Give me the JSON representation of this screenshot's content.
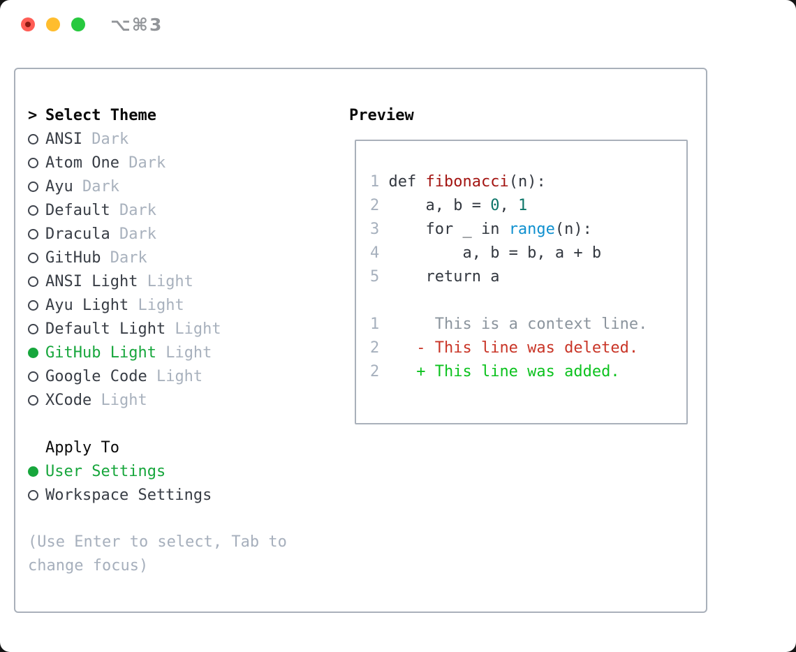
{
  "window": {
    "title": "⌥⌘3",
    "traffic_lights": {
      "close": "close",
      "minimize": "minimize",
      "zoom": "zoom"
    }
  },
  "theme_picker": {
    "prompt": ">",
    "header": "Select Theme",
    "themes": [
      {
        "name": "ANSI",
        "variant": "Dark",
        "selected": false
      },
      {
        "name": "Atom One",
        "variant": "Dark",
        "selected": false
      },
      {
        "name": "Ayu",
        "variant": "Dark",
        "selected": false
      },
      {
        "name": "Default",
        "variant": "Dark",
        "selected": false
      },
      {
        "name": "Dracula",
        "variant": "Dark",
        "selected": false
      },
      {
        "name": "GitHub",
        "variant": "Dark",
        "selected": false
      },
      {
        "name": "ANSI Light",
        "variant": "Light",
        "selected": false
      },
      {
        "name": "Ayu Light",
        "variant": "Light",
        "selected": false
      },
      {
        "name": "Default Light",
        "variant": "Light",
        "selected": false
      },
      {
        "name": "GitHub Light",
        "variant": "Light",
        "selected": true
      },
      {
        "name": "Google Code",
        "variant": "Light",
        "selected": false
      },
      {
        "name": "XCode",
        "variant": "Light",
        "selected": false
      }
    ],
    "apply_to": {
      "header": "Apply To",
      "options": [
        {
          "label": "User Settings",
          "selected": true
        },
        {
          "label": "Workspace Settings",
          "selected": false
        }
      ]
    },
    "hint": "(Use Enter to select, Tab to\nchange focus)"
  },
  "preview": {
    "title": "Preview",
    "styles": {
      "num": "#a6b0bd",
      "code": "#32373f",
      "fn": "#a31512",
      "lit": "#0b7568",
      "builtin": "#0f90cf",
      "ctx": "#8b949d",
      "del": "#c93527",
      "add": "#0cc21e"
    },
    "lines": [
      [
        {
          "t": "1 ",
          "s": "num"
        },
        {
          "t": "def ",
          "s": "code"
        },
        {
          "t": "fibonacci",
          "s": "fn"
        },
        {
          "t": "(n):",
          "s": "code"
        }
      ],
      [
        {
          "t": "2 ",
          "s": "num"
        },
        {
          "t": "    ",
          "s": "code"
        },
        {
          "t": "a",
          "s": "code"
        },
        {
          "t": ", ",
          "s": "code"
        },
        {
          "t": "b",
          "s": "code"
        },
        {
          "t": " = ",
          "s": "code"
        },
        {
          "t": "0",
          "s": "lit"
        },
        {
          "t": ", ",
          "s": "code"
        },
        {
          "t": "1",
          "s": "lit"
        }
      ],
      [
        {
          "t": "3 ",
          "s": "num"
        },
        {
          "t": "    for _ in ",
          "s": "code"
        },
        {
          "t": "range",
          "s": "builtin"
        },
        {
          "t": "(n):",
          "s": "code"
        }
      ],
      [
        {
          "t": "4 ",
          "s": "num"
        },
        {
          "t": "        a, b = b, a + b",
          "s": "code"
        }
      ],
      [
        {
          "t": "5 ",
          "s": "num"
        },
        {
          "t": "    return a",
          "s": "code"
        }
      ],
      [],
      [
        {
          "t": "1 ",
          "s": "num"
        },
        {
          "t": "     This is a context line.",
          "s": "ctx"
        }
      ],
      [
        {
          "t": "2 ",
          "s": "num"
        },
        {
          "t": "   - This line was deleted.",
          "s": "del"
        }
      ],
      [
        {
          "t": "2 ",
          "s": "num"
        },
        {
          "t": "   + This line was added.",
          "s": "add"
        }
      ]
    ]
  },
  "colors": {
    "accent_green": "#17a63c",
    "added_green": "#0cc21e",
    "deleted_red": "#c93527",
    "function_red": "#a31512",
    "number_teal": "#0b7568",
    "builtin_blue": "#0f90cf",
    "muted_gray": "#a8b1bd",
    "text_dark": "#383d45",
    "panel_border": "#a9b0ba",
    "traffic_red": "#ff5d55",
    "traffic_yellow": "#ffbd2e",
    "traffic_green": "#27c93f"
  }
}
